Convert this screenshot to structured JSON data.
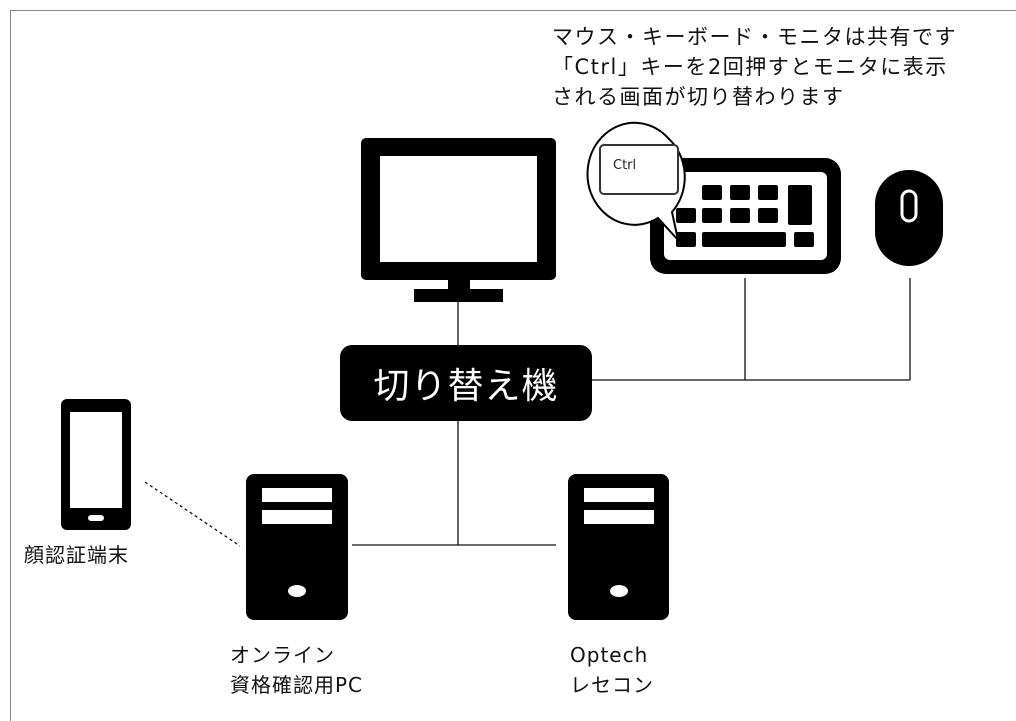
{
  "note": {
    "line1": "マウス・キーボード・モニタは共有です",
    "line2": "「Ctrl」キーを2回押すとモニタに表示",
    "line3": "される画面が切り替わります"
  },
  "keyboard": {
    "ctrl_key_label": "Ctrl"
  },
  "switcher": {
    "label": "切り替え機"
  },
  "face_auth": {
    "label": "顔認証端末"
  },
  "online_pc": {
    "label_line1": "オンライン",
    "label_line2": "資格確認用PC"
  },
  "optech": {
    "label_line1": "Optech",
    "label_line2": "レセコン"
  },
  "colors": {
    "foreground": "#000000",
    "background": "#ffffff",
    "frame": "#888888"
  }
}
